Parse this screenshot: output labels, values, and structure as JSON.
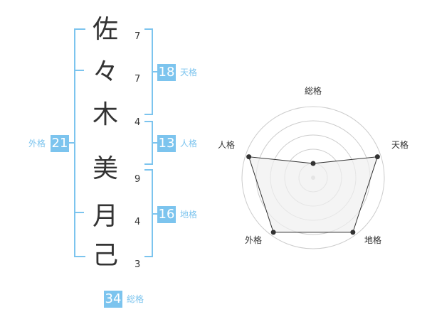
{
  "name_chars": [
    {
      "char": "佐",
      "strokes": "7"
    },
    {
      "char": "々",
      "strokes": "7"
    },
    {
      "char": "木",
      "strokes": "4"
    },
    {
      "char": "美",
      "strokes": "9"
    },
    {
      "char": "月",
      "strokes": "4"
    },
    {
      "char": "己",
      "strokes": "3"
    }
  ],
  "kakusu": {
    "tenkaku": {
      "value": "18",
      "label": "天格"
    },
    "jinkaku": {
      "value": "13",
      "label": "人格"
    },
    "chikaku": {
      "value": "16",
      "label": "地格"
    },
    "gaikaku": {
      "value": "21",
      "label": "外格"
    },
    "soukaku": {
      "value": "34",
      "label": "総格"
    }
  },
  "colors": {
    "accent": "#7cc4ee",
    "text": "#333333",
    "radar_fill": "#f0f0f0",
    "radar_grid": "#cccccc"
  },
  "chart_data": {
    "type": "radar",
    "axes": [
      "総格",
      "天格",
      "地格",
      "外格",
      "人格"
    ],
    "values": [
      0.2,
      0.95,
      0.95,
      0.95,
      0.95
    ],
    "scale": [
      0,
      1
    ],
    "rings": 5
  }
}
